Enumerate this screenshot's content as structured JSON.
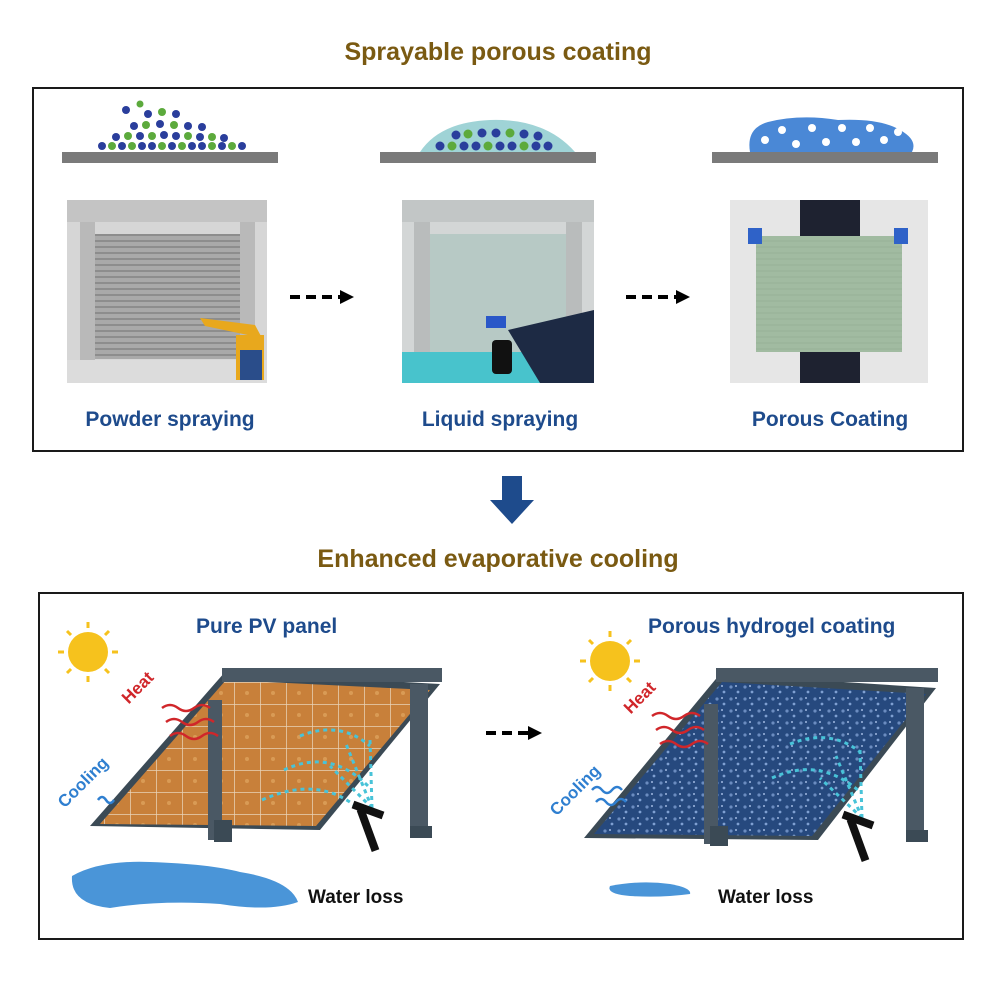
{
  "colors": {
    "title": "#7a5a12",
    "caption": "#1e4b8c",
    "frame": "#1a1a1a",
    "heat": "#d0262a",
    "cooling": "#2f7fd0",
    "water": "#4a95d8",
    "pv": "#c8803a",
    "hydrogel": "#2a4f86"
  },
  "top": {
    "title": "Sprayable porous coating",
    "steps": [
      {
        "caption": "Powder spraying"
      },
      {
        "caption": "Liquid spraying"
      },
      {
        "caption": "Porous Coating"
      }
    ]
  },
  "bottom": {
    "title": "Enhanced evaporative cooling",
    "panels": [
      {
        "title": "Pure PV panel",
        "heat": "Heat",
        "cooling": "Cooling",
        "water": "Water loss"
      },
      {
        "title": "Porous hydrogel coating",
        "heat": "Heat",
        "cooling": "Cooling",
        "water": "Water loss"
      }
    ]
  }
}
